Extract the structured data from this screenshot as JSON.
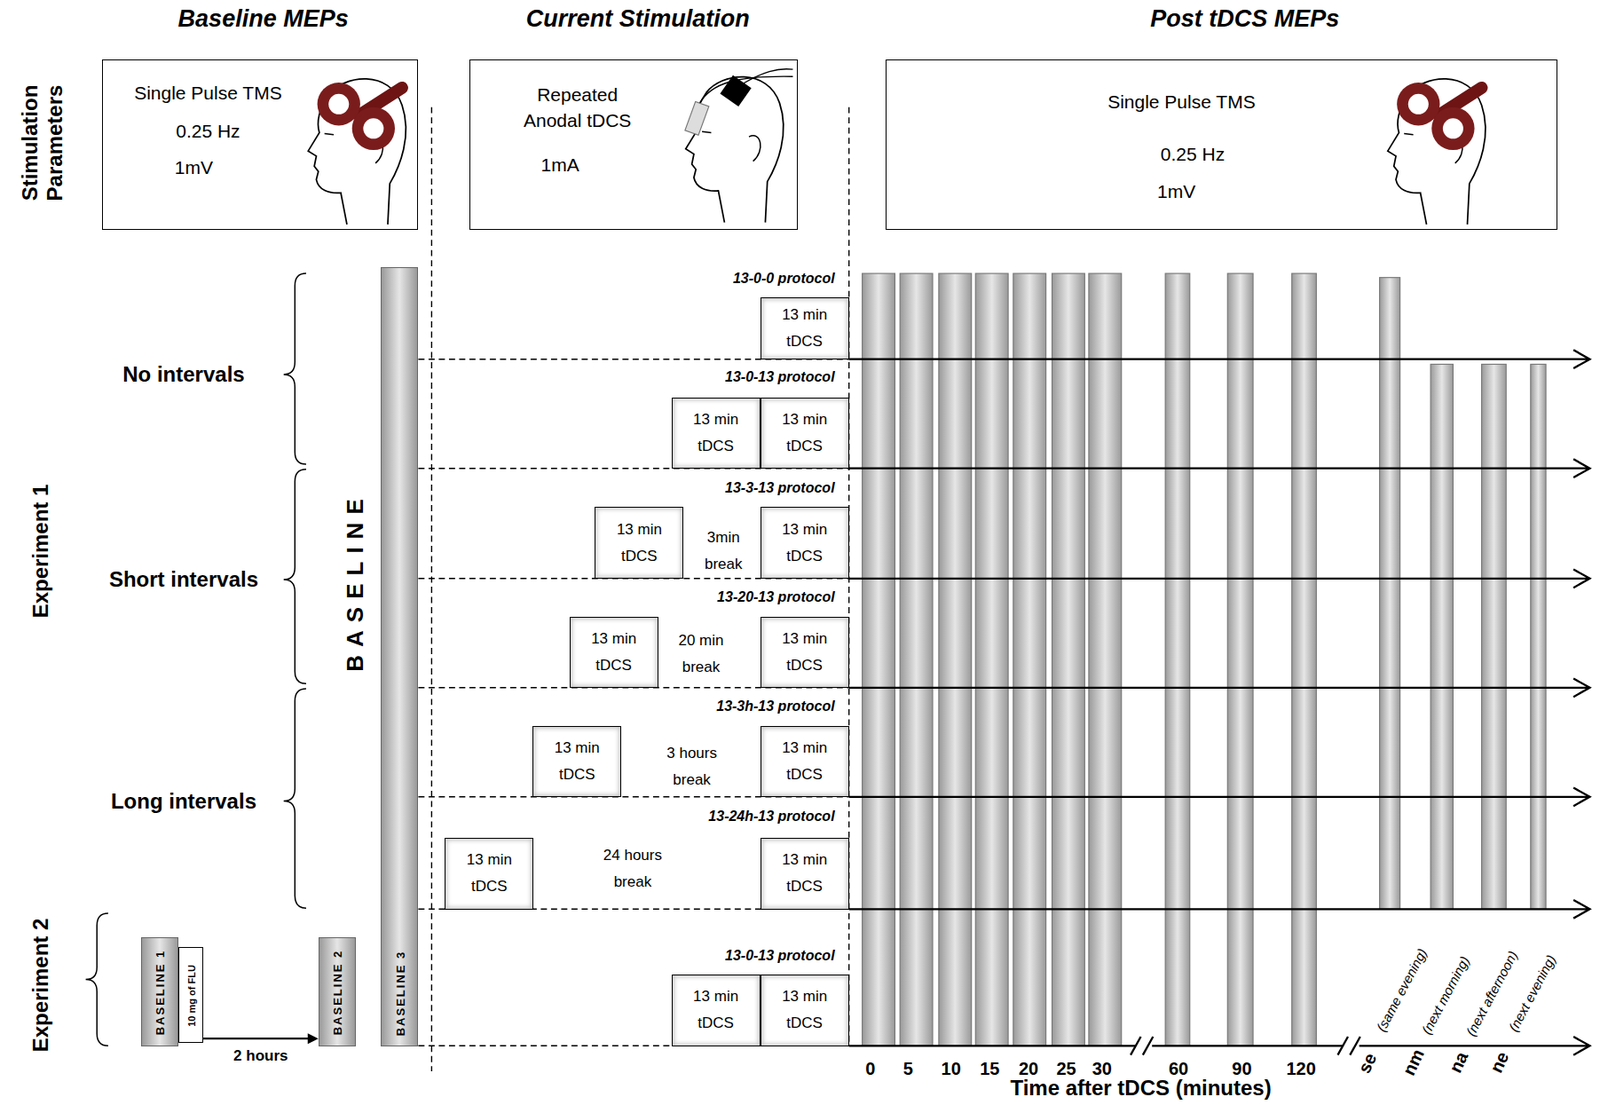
{
  "diagram": {
    "nodes": [
      {
        "text": [
          "Single Pulse TMS",
          "0.25 Hz",
          "1mV"
        ]
      },
      {
        "text": [
          "Repeated Anodal tDCS",
          "1mA"
        ]
      },
      {
        "text": [
          "Single Pulse TMS",
          "0.25 Hz",
          "1mV"
        ]
      },
      {
        "text": [
          "BASELINE 3"
        ]
      },
      {
        "text": [
          "13 min tDCS"
        ]
      },
      {
        "text": [
          "13 min tDCS"
        ]
      },
      {
        "text": [
          "13 min tDCS"
        ]
      },
      {
        "text": [
          "13 min tDCS"
        ]
      },
      {
        "text": [
          "13 min tDCS"
        ]
      },
      {
        "text": [
          "13 min tDCS"
        ]
      },
      {
        "text": [
          "13 min tDCS"
        ]
      },
      {
        "text": [
          "13 min tDCS"
        ]
      },
      {
        "text": [
          "13 min tDCS"
        ]
      },
      {
        "text": [
          "13 min tDCS"
        ]
      },
      {
        "text": [
          "13 min tDCS"
        ]
      },
      {
        "text": [
          "BASELINE 1"
        ]
      },
      {
        "text": [
          "10 mg of FLU"
        ]
      },
      {
        "text": [
          "BASELINE 2"
        ]
      },
      {
        "text": [
          "13 min tDCS"
        ]
      },
      {
        "text": [
          "13 min tDCS"
        ]
      }
    ],
    "edges": [
      {
        "from": 16,
        "to": 17,
        "arrow": "to",
        "label": "2 hours"
      }
    ],
    "labels": [
      "Baseline MEPs",
      "Current Stimulation",
      "Post tDCS MEPs",
      "Stimulation Parameters",
      "Experiment 1",
      "Experiment 2",
      "No intervals",
      "Short intervals",
      "Long intervals",
      "BASELINE",
      "13-0-0 protocol",
      "13-0-13 protocol",
      "13-3-13 protocol",
      "13-20-13 protocol",
      "13-3h-13 protocol",
      "13-24h-13 protocol",
      "13-0-13 protocol",
      "3min break",
      "20 min break",
      "3 hours break",
      "24 hours break",
      "0",
      "5",
      "10",
      "15",
      "20",
      "25",
      "30",
      "60",
      "90",
      "120",
      "se",
      "nm",
      "na",
      "ne",
      "(same evening)",
      "(next morning)",
      "(next afternoon)",
      "(next evening)",
      "Time after tDCS (minutes)"
    ]
  }
}
